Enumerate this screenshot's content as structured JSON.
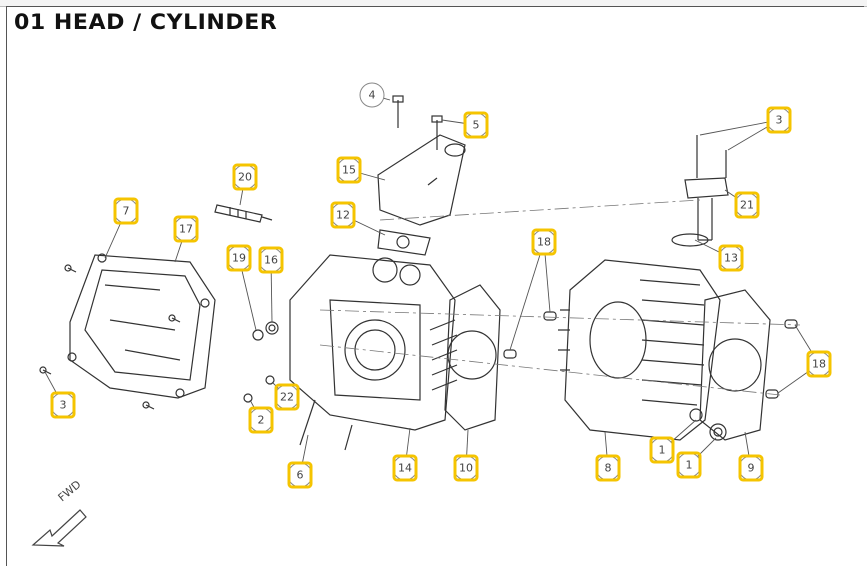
{
  "title": "01 HEAD / CYLINDER",
  "direction_label": "FWD",
  "highlight_color": "#f5c400",
  "callouts": [
    "4",
    "5",
    "3",
    "20",
    "15",
    "21",
    "7",
    "17",
    "12",
    "18",
    "13",
    "19",
    "16",
    "3",
    "22",
    "2",
    "18",
    "1",
    "1",
    "6",
    "14",
    "10",
    "8",
    "9"
  ]
}
